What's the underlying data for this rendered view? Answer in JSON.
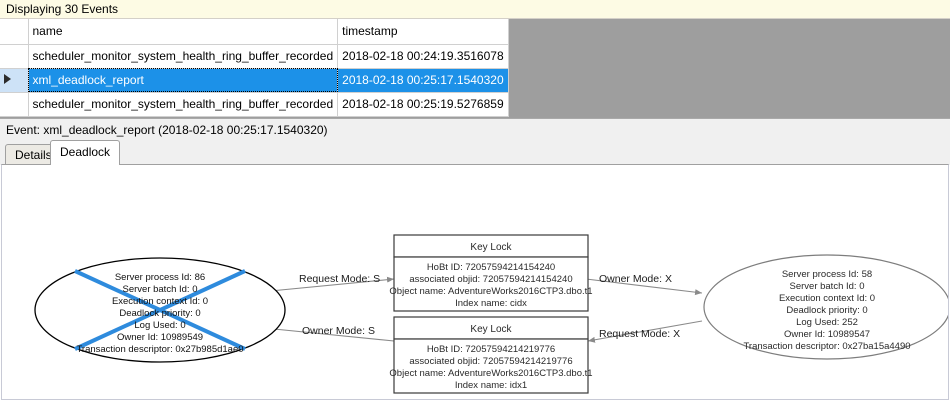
{
  "banner": {
    "text": "Displaying 30 Events"
  },
  "grid": {
    "columns": [
      "",
      "name",
      "timestamp"
    ],
    "rows": [
      {
        "selector": "",
        "name": "scheduler_monitor_system_health_ring_buffer_recorded",
        "timestamp": "2018-02-18 00:24:19.3516078",
        "selected": false
      },
      {
        "selector": "row-indicator-arrow",
        "name": "xml_deadlock_report",
        "timestamp": "2018-02-18 00:25:17.1540320",
        "selected": true
      },
      {
        "selector": "",
        "name": "scheduler_monitor_system_health_ring_buffer_recorded",
        "timestamp": "2018-02-18 00:25:19.5276859",
        "selected": false
      }
    ]
  },
  "event_header": {
    "text": "Event: xml_deadlock_report (2018-02-18 00:25:17.1540320)"
  },
  "tabs": [
    {
      "label": "Details",
      "active": false
    },
    {
      "label": "Deadlock",
      "active": true
    }
  ],
  "deadlock_graph": {
    "victim_process": {
      "shape": "ellipse",
      "is_victim": true,
      "cross_color": "#2e8bdd",
      "border_color": "#000000",
      "lines": [
        "Server process Id: 86",
        "Server batch Id: 0",
        "Execution context Id: 0",
        "Deadlock priority: 0",
        "Log Used: 0",
        "Owner Id: 10989549",
        "Transaction descriptor: 0x27b985d1ae0"
      ]
    },
    "surviving_process": {
      "shape": "ellipse",
      "is_victim": false,
      "border_color": "#7d7d7d",
      "lines": [
        "Server process Id: 58",
        "Server batch Id: 0",
        "Execution context Id: 0",
        "Deadlock priority: 0",
        "Log Used: 252",
        "Owner Id: 10989547",
        "Transaction descriptor: 0x27ba15a4490"
      ]
    },
    "resources": [
      {
        "title": "Key Lock",
        "lines": [
          "HoBt ID: 72057594214154240",
          "associated objid: 72057594214154240",
          "Object name: AdventureWorks2016CTP3.dbo.t1",
          "Index name: cidx"
        ]
      },
      {
        "title": "Key Lock",
        "lines": [
          "HoBt ID: 72057594214219776",
          "associated objid: 72057594214219776",
          "Object name: AdventureWorks2016CTP3.dbo.t1",
          "Index name: idx1"
        ]
      }
    ],
    "edges": [
      {
        "label": "Request Mode: S",
        "from": "victim_process",
        "to": "key-lock-top"
      },
      {
        "label": "Owner Mode: X",
        "from": "key-lock-top",
        "to": "surviving_process"
      },
      {
        "label": "Owner Mode: S",
        "from": "key-lock-bottom",
        "to": "victim_process"
      },
      {
        "label": "Request Mode: X",
        "from": "surviving_process",
        "to": "key-lock-bottom"
      }
    ]
  }
}
